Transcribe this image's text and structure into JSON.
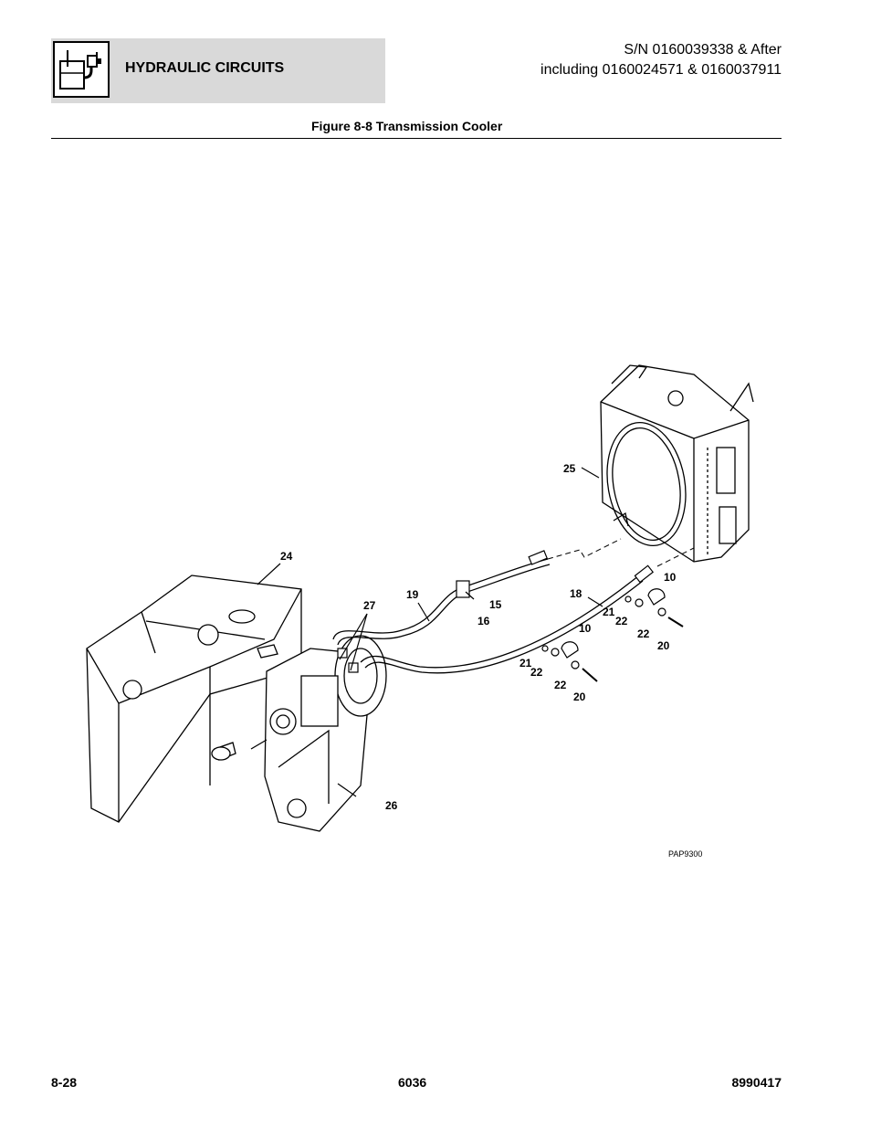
{
  "header": {
    "section": "HYDRAULIC CIRCUITS",
    "serial_line1": "S/N 0160039338 & After",
    "serial_line2": "including 0160024571 & 0160037911"
  },
  "figure": {
    "title": "Figure 8-8 Transmission Cooler",
    "ref_code": "PAP9300",
    "callouts": {
      "c24": "24",
      "c25": "25",
      "c26": "26",
      "c27": "27",
      "c19": "19",
      "c18": "18",
      "c15": "15",
      "c16": "16",
      "c10a": "10",
      "c10b": "10",
      "c21a": "21",
      "c21b": "21",
      "c22a": "22",
      "c22b": "22",
      "c22c": "22",
      "c22d": "22",
      "c20a": "20",
      "c20b": "20"
    }
  },
  "footer": {
    "page": "8-28",
    "model": "6036",
    "doc": "8990417"
  }
}
